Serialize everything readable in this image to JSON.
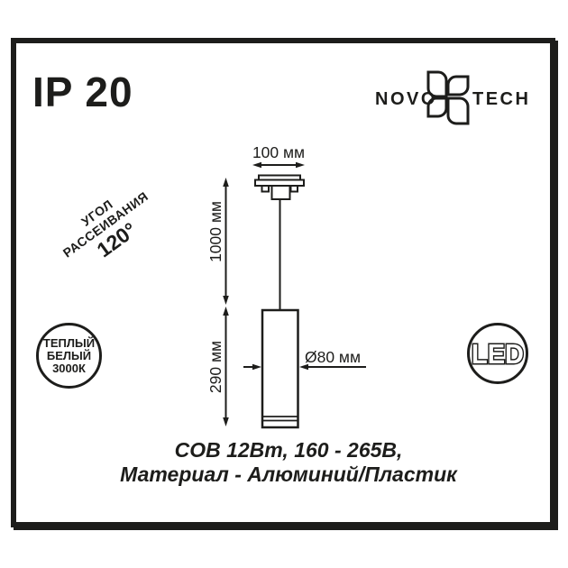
{
  "header": {
    "ip_rating": "IP 20",
    "logo": {
      "part1": "NOVO",
      "part2": "TECH",
      "icon": "novotech-flower-icon"
    }
  },
  "beam_angle": {
    "line1": "УГОЛ",
    "line2": "РАССЕИВАНИЯ",
    "line3": "120°"
  },
  "badges": {
    "color_temp": {
      "line1": "ТЕПЛЫЙ",
      "line2": "БЕЛЫЙ",
      "line3": "3000К"
    },
    "led": {
      "label": "LED"
    }
  },
  "diagram": {
    "track_width": "100 мм",
    "suspension_length": "1000 мм",
    "body_height": "290 мм",
    "body_diameter": "Ø80 мм"
  },
  "specs": {
    "line1": "COB 12Вт, 160 - 265В,",
    "line2": "Материал - Алюминий/Пластик"
  },
  "colors": {
    "ink": "#1d1d1b",
    "background": "#ffffff"
  }
}
